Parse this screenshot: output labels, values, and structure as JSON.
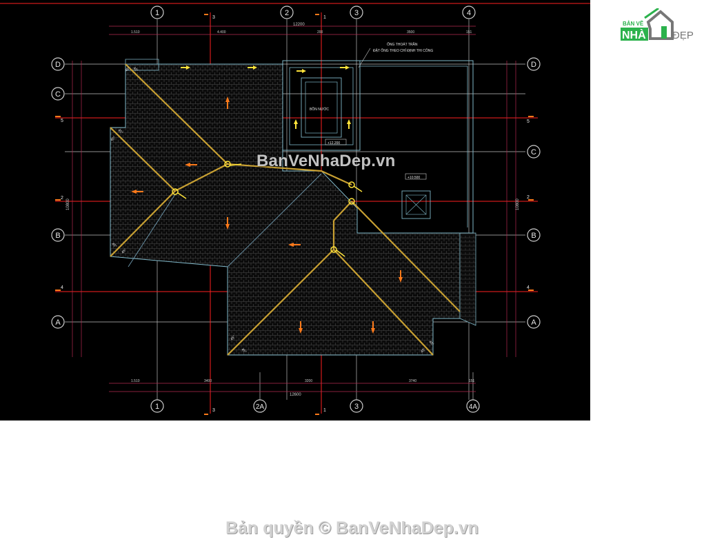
{
  "logo": {
    "top_text": "BẢN VẼ",
    "left_text": "NHÀ",
    "right_text": "ĐẸP",
    "colors": {
      "green": "#2bb24c",
      "gray": "#777777"
    }
  },
  "watermark_center": "BanVeNhaDep.vn",
  "watermark_bottom": "Bản quyền © BanVeNhaDep.vn",
  "axes": {
    "top": [
      "1",
      "2",
      "3",
      "4"
    ],
    "bottom": [
      "1",
      "2A",
      "3",
      "4A"
    ],
    "left": [
      "D",
      "C",
      "B",
      "A"
    ],
    "right": [
      "D",
      "C",
      "B",
      "A"
    ],
    "red_top": [
      "3",
      "1"
    ],
    "red_bottom": [
      "3",
      "1"
    ],
    "red_left": [
      "5",
      "2",
      "4"
    ],
    "red_right": [
      "5",
      "2",
      "4"
    ]
  },
  "dimensions": {
    "top_total": "12200",
    "bottom_total": "12600",
    "left_total": "10800",
    "right_total": "10800"
  },
  "labels": {
    "note_line1": "ỐNG THOÁT TRẦN",
    "note_line2": "ĐẶT ỐNG THEO CHỈ ĐỊNH THI CÔNG",
    "tank": "BỒN NƯỚC",
    "level1": "+12.200",
    "level2": "+10.500"
  },
  "colors": {
    "background": "#000000",
    "axis_white": "#cfcfcf",
    "axis_red": "#ff2020",
    "outline": "#7fb7c8",
    "ridge": "#c8a032",
    "arrow_orange": "#ff7a1a",
    "arrow_yellow": "#ffe43a",
    "dim_line": "#b52a4f"
  }
}
